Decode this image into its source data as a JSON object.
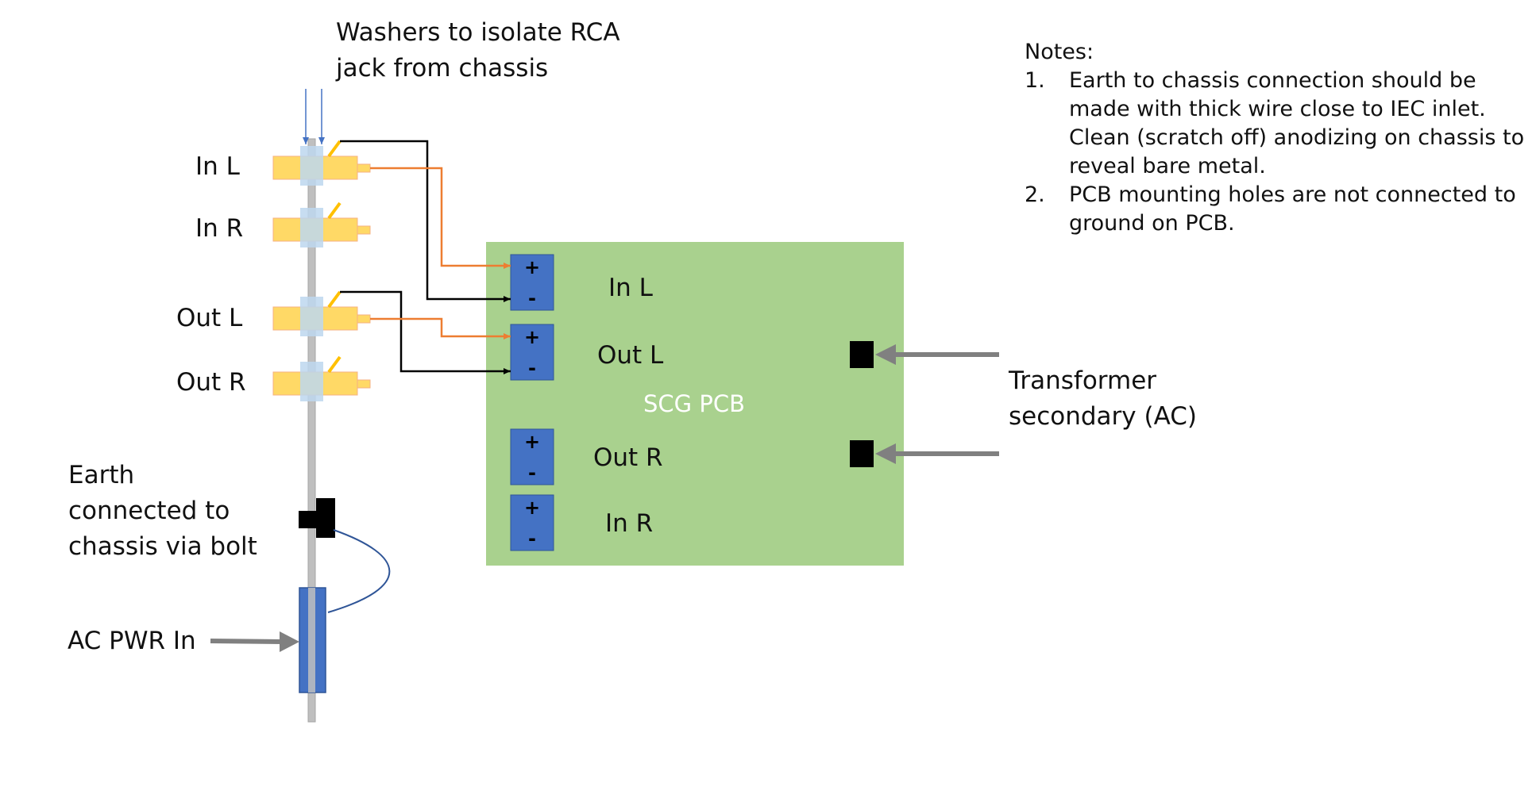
{
  "labels": {
    "washers_line1": "Washers to isolate RCA",
    "washers_line2": "jack from chassis",
    "in_l": "In L",
    "in_r": "In R",
    "out_l": "Out L",
    "out_r": "Out R",
    "earth_line1": "Earth",
    "earth_line2": "connected to",
    "earth_line3": "chassis via bolt",
    "ac_pwr_in": "AC PWR In",
    "transformer_line1": "Transformer",
    "transformer_line2": "secondary (AC)"
  },
  "pcb": {
    "title": "SCG PCB",
    "terminals": [
      {
        "label": "In L",
        "plus": "+",
        "minus": "-"
      },
      {
        "label": "Out L",
        "plus": "+",
        "minus": "-"
      },
      {
        "label": "Out R",
        "plus": "+",
        "minus": "-"
      },
      {
        "label": "In R",
        "plus": "+",
        "minus": "-"
      }
    ]
  },
  "notes": {
    "title": "Notes:",
    "items": [
      {
        "num": "1.",
        "text": "Earth to chassis connection should be made with thick wire close to IEC inlet. Clean (scratch off) anodizing on chassis to reveal bare metal."
      },
      {
        "num": "2.",
        "text": "PCB mounting holes are not connected to ground on PCB."
      }
    ]
  },
  "colors": {
    "pcb_fill": "#a9d18e",
    "terminal_fill": "#4472c4",
    "rca_body": "#ffd966",
    "washer": "#bdd7ee",
    "chassis": "#bfbfbf",
    "signal_wire": "#ed7d31",
    "ground_wire": "#000000",
    "washer_arrow": "#4472c4",
    "pointer_arrow": "#808080",
    "earth_lead": "#2f5597"
  }
}
